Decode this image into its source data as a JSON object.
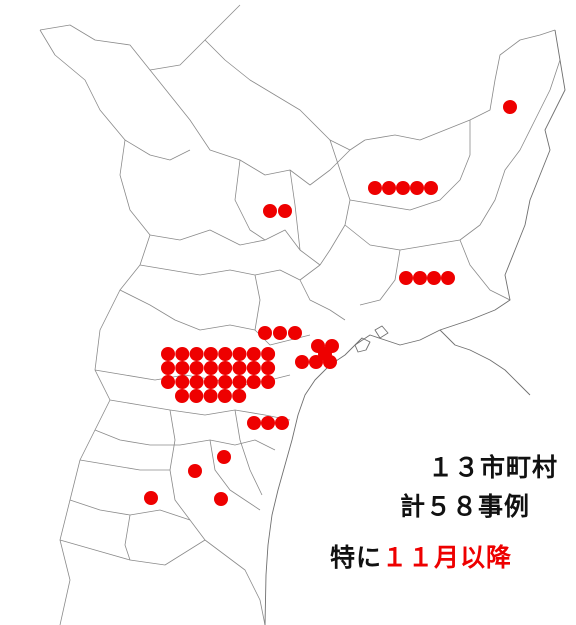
{
  "map": {
    "region_markers": [
      {
        "name": "marker-northeast",
        "count": 1
      },
      {
        "name": "marker-north-central",
        "count": 5
      },
      {
        "name": "marker-north-west",
        "count": 2
      },
      {
        "name": "marker-east-coast",
        "count": 4
      },
      {
        "name": "marker-central-north",
        "count": 3
      },
      {
        "name": "marker-coast-cluster",
        "count": 6
      },
      {
        "name": "marker-central-large",
        "count": 29
      },
      {
        "name": "marker-south-central",
        "count": 3
      },
      {
        "name": "marker-south-a",
        "count": 1
      },
      {
        "name": "marker-south-b",
        "count": 1
      },
      {
        "name": "marker-south-c",
        "count": 1
      },
      {
        "name": "marker-south-d",
        "count": 1
      }
    ],
    "colors": {
      "marker": "#ee0000",
      "boundary": "#8a8a8a"
    }
  },
  "captions": {
    "line1": "１３市町村",
    "line2": "計５８事例",
    "line3_prefix": "特に",
    "line3_highlight": "１１月以降"
  }
}
